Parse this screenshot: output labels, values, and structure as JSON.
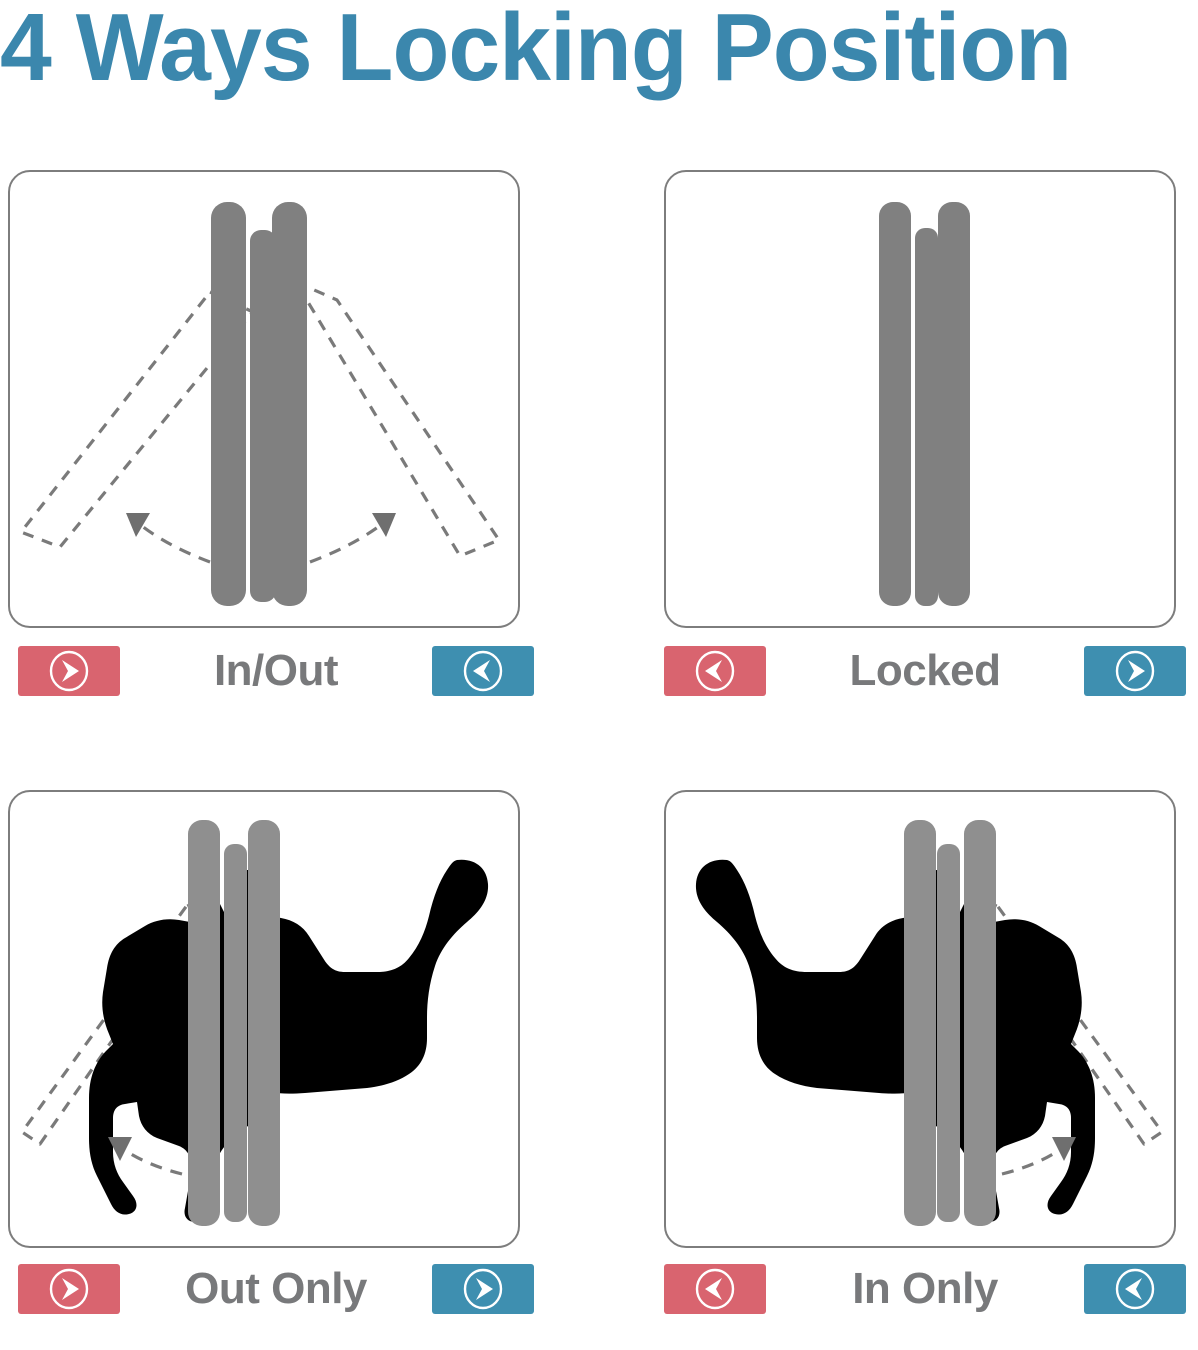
{
  "title": "4 Ways Locking Position",
  "theme": {
    "title_color": "#3b87ad",
    "red_badge_color": "#d9646f",
    "blue_badge_color": "#3e8fb0",
    "label_color": "#78797b",
    "panel_border_color": "#7d7d7d",
    "flap_bar_color": "#808080",
    "dashed_line_color": "#7a7a7a",
    "cat_color": "#000000"
  },
  "panels": [
    {
      "label": "In/Out",
      "left_badge": {
        "color": "red",
        "arrow": "right",
        "icon": "arrow-right-circle-icon"
      },
      "right_badge": {
        "color": "blue",
        "arrow": "left",
        "icon": "arrow-left-circle-icon"
      },
      "diagram": {
        "name": "flap-in-out-diagram",
        "flaps_shown": [
          "left",
          "right"
        ],
        "arrows": [
          "left",
          "right"
        ],
        "cat": "none"
      }
    },
    {
      "label": "Locked",
      "left_badge": {
        "color": "red",
        "arrow": "left",
        "icon": "arrow-left-circle-icon"
      },
      "right_badge": {
        "color": "blue",
        "arrow": "right",
        "icon": "arrow-right-circle-icon"
      },
      "diagram": {
        "name": "flap-locked-diagram",
        "flaps_shown": [],
        "arrows": [],
        "cat": "none"
      }
    },
    {
      "label": "Out Only",
      "left_badge": {
        "color": "red",
        "arrow": "right",
        "icon": "arrow-right-circle-icon"
      },
      "right_badge": {
        "color": "blue",
        "arrow": "right",
        "icon": "arrow-right-circle-icon"
      },
      "diagram": {
        "name": "flap-out-only-diagram",
        "flaps_shown": [
          "left"
        ],
        "arrows": [
          "left"
        ],
        "cat": "facing-left"
      }
    },
    {
      "label": "In Only",
      "left_badge": {
        "color": "red",
        "arrow": "left",
        "icon": "arrow-left-circle-icon"
      },
      "right_badge": {
        "color": "blue",
        "arrow": "left",
        "icon": "arrow-left-circle-icon"
      },
      "diagram": {
        "name": "flap-in-only-diagram",
        "flaps_shown": [
          "right"
        ],
        "arrows": [
          "right"
        ],
        "cat": "facing-right"
      }
    }
  ]
}
